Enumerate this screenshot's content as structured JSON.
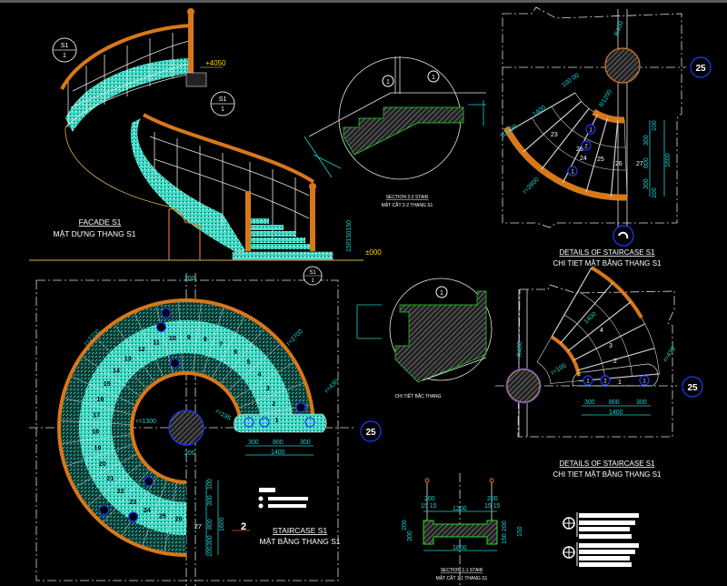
{
  "colors": {
    "background": "#000000",
    "rail": "#d8781a",
    "tread": "#3fd9c4",
    "dimension": "#19d2d2",
    "marker": "#1a3cff",
    "outline": "#e8e8e8",
    "section_edge": "#22dd22",
    "level": "#ffcc00"
  },
  "facade": {
    "title": "FACADE S1",
    "subtitle": "MẶT DỰNG THANG S1",
    "level_top": "+4050",
    "level_bottom": "±000",
    "tag_top": "S1",
    "tag_bottom": "1",
    "riser_dims": "150150150"
  },
  "section_2_2": {
    "title": "SECTION 2-2 STAIR",
    "subtitle": "MẶT CẮT 2-2 THANG S1",
    "marker": "1"
  },
  "step_detail": {
    "title": "CHI TIẾT BẬC THANG",
    "marker": "1"
  },
  "section_1_1": {
    "title": "SECTION 1-1 STAIR",
    "subtitle": "MẶT CẮT 1-1 THANG S1",
    "dims": {
      "left_post": "200",
      "left_gap": "15 15",
      "right_post": "200",
      "right_gap": "15 15",
      "span": "1200",
      "total": "1600",
      "h_left": "300",
      "h_left2": "200",
      "h_right": "200",
      "h_right2": "150",
      "h_right3": "150"
    }
  },
  "plan": {
    "title": "STAIRCASE S1",
    "subtitle": "MẶT BẰNG THANG S1",
    "outer_radius_label": "r=2700",
    "outer_radius_label_2": "r=2700",
    "inner_radius_label": "r=1300",
    "small_radius_label": "r=195",
    "end_radius_label": "r=430",
    "column_width": "200",
    "column_width_2": "200",
    "landing_dims": [
      "300",
      "800",
      "300"
    ],
    "landing_total": "1400",
    "vertical_dims": [
      "100",
      "300",
      "800",
      "300",
      "100"
    ],
    "vertical_total": "1600",
    "steps": [
      "1",
      "2",
      "3",
      "4",
      "5",
      "6",
      "7",
      "8",
      "9",
      "10",
      "11",
      "12",
      "13",
      "14",
      "15",
      "16",
      "17",
      "18",
      "19",
      "20",
      "21",
      "22",
      "23",
      "24",
      "25",
      "26"
    ],
    "last_step": "27",
    "grid_label": "25",
    "section_label": "2",
    "tag_top": "S1",
    "tag_bottom": "1"
  },
  "detail_top": {
    "title": "DETAILS OF STAIRCASE S1",
    "subtitle": "CHI TIET MẶT BẰNG THANG S1",
    "steps": [
      "23",
      "23",
      "24",
      "25",
      "26",
      "27"
    ],
    "grid_label": "25",
    "column_radius": "R400",
    "inner_radius": "R1200",
    "outer_radius": "r=2800",
    "dims": [
      "1400",
      "100 00",
      "100 00"
    ],
    "vertical_dims": [
      "100",
      "300",
      "800",
      "300",
      "100"
    ],
    "vertical_total": "1600",
    "markers": [
      "1",
      "2",
      "1"
    ]
  },
  "detail_bottom": {
    "title": "DETAILS OF STAIRCASE S1",
    "subtitle": "CHI TIET MẶT BẰNG THANG S1",
    "steps": [
      "1",
      "2",
      "3",
      "4"
    ],
    "grid_label": "25",
    "column_radius": "R400",
    "small_radius": "r=195",
    "end_radius": "r=430",
    "dims": [
      "300",
      "800",
      "300"
    ],
    "total": "1400",
    "fan_dim": "1400",
    "markers": [
      "1",
      "2",
      "1"
    ]
  },
  "legend": {
    "symbol_1": "1",
    "symbol_2": "2"
  }
}
